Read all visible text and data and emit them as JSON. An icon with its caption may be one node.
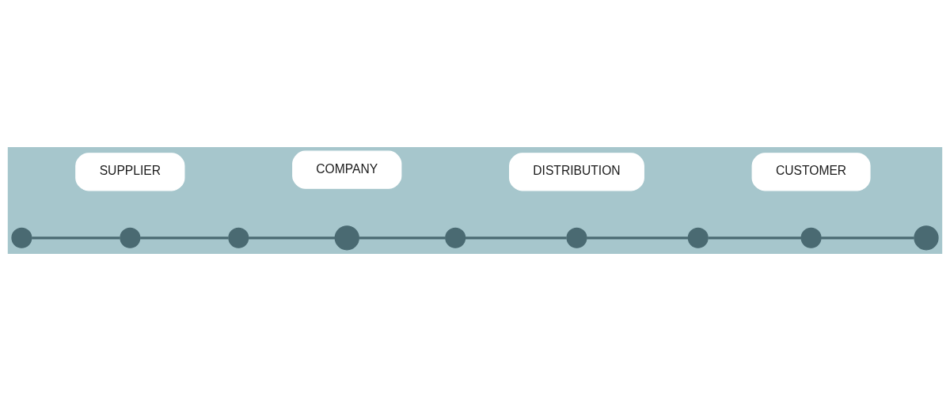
{
  "diagram": {
    "nodes": [
      {
        "text": [],
        "shape": "circle"
      },
      {
        "text": [],
        "shape": "circle"
      },
      {
        "text": [],
        "shape": "circle"
      },
      {
        "text": [],
        "shape": "circle"
      },
      {
        "text": [],
        "shape": "circle"
      },
      {
        "text": [],
        "shape": "circle"
      },
      {
        "text": [],
        "shape": "circle"
      },
      {
        "text": [],
        "shape": "circle"
      },
      {
        "text": [],
        "shape": "circle"
      },
      {
        "text": [
          "SUPPLIER"
        ]
      },
      {
        "text": [
          "COMPANY"
        ]
      },
      {
        "text": [
          "DISTRIBUTION"
        ]
      },
      {
        "text": [
          "CUSTOMER"
        ]
      }
    ],
    "edges": [
      {
        "from": 0,
        "to": 1,
        "arrow": "none"
      },
      {
        "from": 1,
        "to": 2,
        "arrow": "none"
      },
      {
        "from": 2,
        "to": 3,
        "arrow": "none"
      },
      {
        "from": 3,
        "to": 4,
        "arrow": "none"
      },
      {
        "from": 4,
        "to": 5,
        "arrow": "none"
      },
      {
        "from": 5,
        "to": 6,
        "arrow": "none"
      },
      {
        "from": 6,
        "to": 7,
        "arrow": "none"
      },
      {
        "from": 7,
        "to": 8,
        "arrow": "none"
      }
    ]
  }
}
